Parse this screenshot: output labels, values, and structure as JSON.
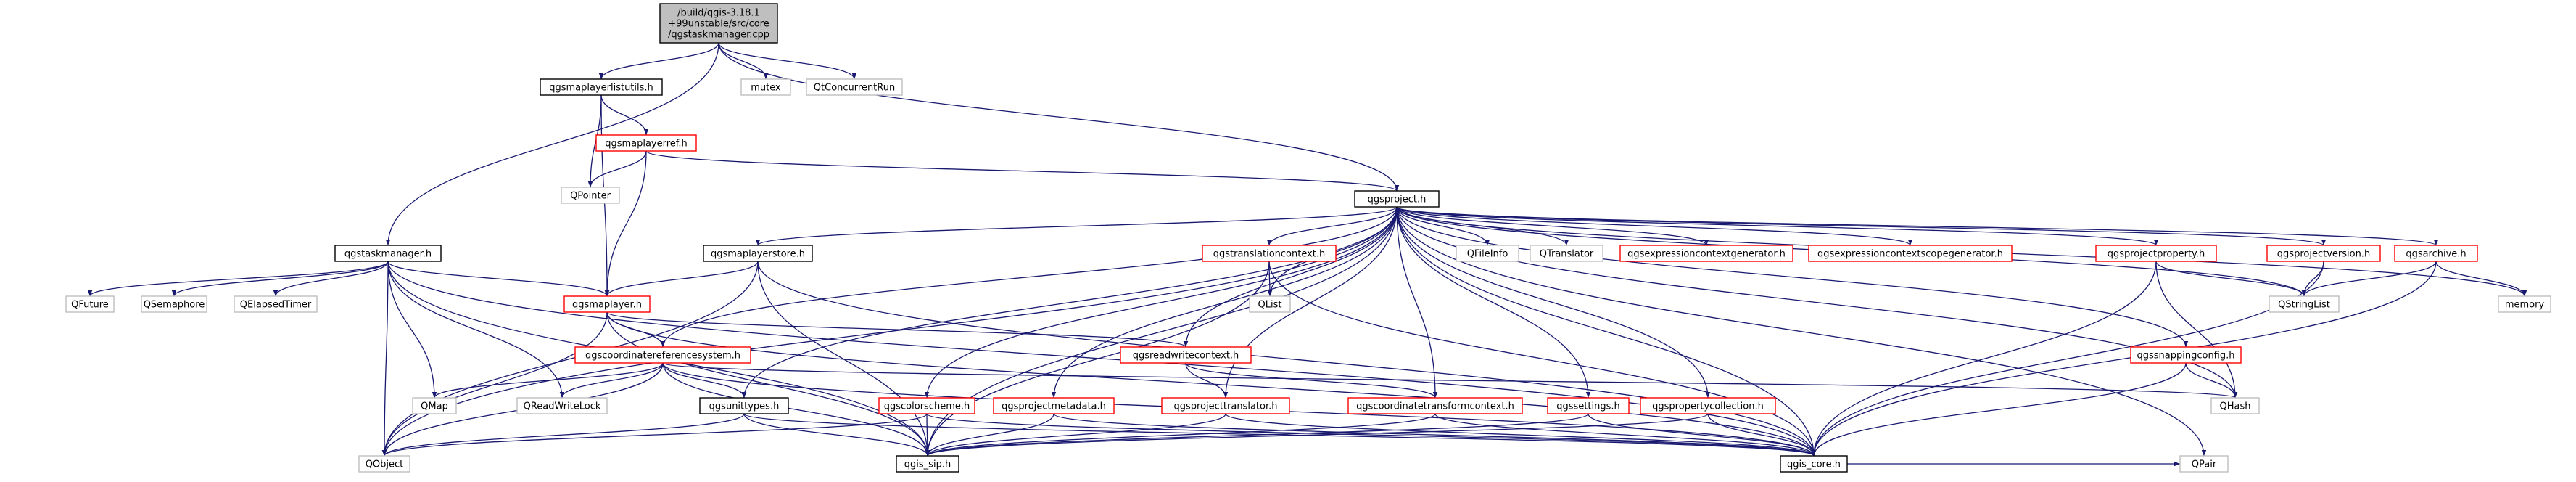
{
  "nodes": {
    "root": {
      "lines": [
        "/build/qgis-3.18.1",
        "+99unstable/src/core",
        "/qgstaskmanager.cpp"
      ],
      "style": "root"
    },
    "layerutils": {
      "lines": [
        "qgsmaplayerlistutils.h"
      ],
      "style": "black"
    },
    "mutex": {
      "lines": [
        "mutex"
      ],
      "style": "gray"
    },
    "qtconc": {
      "lines": [
        "QtConcurrentRun"
      ],
      "style": "gray"
    },
    "layerref": {
      "lines": [
        "qgsmaplayerref.h"
      ],
      "style": "red"
    },
    "qpointer": {
      "lines": [
        "QPointer"
      ],
      "style": "gray"
    },
    "project": {
      "lines": [
        "qgsproject.h"
      ],
      "style": "black"
    },
    "taskmgr": {
      "lines": [
        "qgstaskmanager.h"
      ],
      "style": "black"
    },
    "layerstore": {
      "lines": [
        "qgsmaplayerstore.h"
      ],
      "style": "black"
    },
    "transctx": {
      "lines": [
        "qgstranslationcontext.h"
      ],
      "style": "red"
    },
    "qfileinfo": {
      "lines": [
        "QFileInfo"
      ],
      "style": "gray"
    },
    "qtranslator": {
      "lines": [
        "QTranslator"
      ],
      "style": "gray"
    },
    "exprgen": {
      "lines": [
        "qgsexpressioncontextgenerator.h"
      ],
      "style": "red"
    },
    "exprscope": {
      "lines": [
        "qgsexpressioncontextscopegenerator.h"
      ],
      "style": "red"
    },
    "projprop": {
      "lines": [
        "qgsprojectproperty.h"
      ],
      "style": "red"
    },
    "projver": {
      "lines": [
        "qgsprojectversion.h"
      ],
      "style": "red"
    },
    "archive": {
      "lines": [
        "qgsarchive.h"
      ],
      "style": "red"
    },
    "qfuture": {
      "lines": [
        "QFuture"
      ],
      "style": "gray"
    },
    "qsemaphore": {
      "lines": [
        "QSemaphore"
      ],
      "style": "gray"
    },
    "qelapsed": {
      "lines": [
        "QElapsedTimer"
      ],
      "style": "gray"
    },
    "maplayer": {
      "lines": [
        "qgsmaplayer.h"
      ],
      "style": "red"
    },
    "qlist": {
      "lines": [
        "QList"
      ],
      "style": "gray"
    },
    "qstringlist": {
      "lines": [
        "QStringList"
      ],
      "style": "gray"
    },
    "memory": {
      "lines": [
        "memory"
      ],
      "style": "gray"
    },
    "crs": {
      "lines": [
        "qgscoordinatereferencesystem.h"
      ],
      "style": "red"
    },
    "rwctx": {
      "lines": [
        "qgsreadwritecontext.h"
      ],
      "style": "red"
    },
    "snapcfg": {
      "lines": [
        "qgssnappingconfig.h"
      ],
      "style": "red"
    },
    "qmap": {
      "lines": [
        "QMap"
      ],
      "style": "gray"
    },
    "qrwlock": {
      "lines": [
        "QReadWriteLock"
      ],
      "style": "gray"
    },
    "unittypes": {
      "lines": [
        "qgsunittypes.h"
      ],
      "style": "black"
    },
    "colorscheme": {
      "lines": [
        "qgscolorscheme.h"
      ],
      "style": "red"
    },
    "projmeta": {
      "lines": [
        "qgsprojectmetadata.h"
      ],
      "style": "red"
    },
    "projtrans": {
      "lines": [
        "qgsprojecttranslator.h"
      ],
      "style": "red"
    },
    "ctctx": {
      "lines": [
        "qgscoordinatetransformcontext.h"
      ],
      "style": "red"
    },
    "settings": {
      "lines": [
        "qgssettings.h"
      ],
      "style": "red"
    },
    "propcoll": {
      "lines": [
        "qgspropertycollection.h"
      ],
      "style": "red"
    },
    "qhash": {
      "lines": [
        "QHash"
      ],
      "style": "gray"
    },
    "qobject": {
      "lines": [
        "QObject"
      ],
      "style": "gray"
    },
    "sip": {
      "lines": [
        "qgis_sip.h"
      ],
      "style": "black"
    },
    "core": {
      "lines": [
        "qgis_core.h"
      ],
      "style": "black"
    },
    "qpair": {
      "lines": [
        "QPair"
      ],
      "style": "gray"
    }
  },
  "edges": [
    [
      "root",
      "layerutils"
    ],
    [
      "root",
      "mutex"
    ],
    [
      "root",
      "qtconc"
    ],
    [
      "root",
      "project"
    ],
    [
      "root",
      "taskmgr"
    ],
    [
      "layerutils",
      "layerref"
    ],
    [
      "layerutils",
      "qpointer"
    ],
    [
      "layerutils",
      "maplayer"
    ],
    [
      "layerref",
      "qpointer"
    ],
    [
      "layerref",
      "maplayer"
    ],
    [
      "layerref",
      "project"
    ],
    [
      "project",
      "qobject"
    ],
    [
      "project",
      "layerstore"
    ],
    [
      "project",
      "transctx"
    ],
    [
      "project",
      "qfileinfo"
    ],
    [
      "project",
      "qtranslator"
    ],
    [
      "project",
      "exprgen"
    ],
    [
      "project",
      "exprscope"
    ],
    [
      "project",
      "projprop"
    ],
    [
      "project",
      "projver"
    ],
    [
      "project",
      "archive"
    ],
    [
      "project",
      "crs"
    ],
    [
      "project",
      "rwctx"
    ],
    [
      "project",
      "snapcfg"
    ],
    [
      "project",
      "qlist"
    ],
    [
      "project",
      "qstringlist"
    ],
    [
      "project",
      "memory"
    ],
    [
      "project",
      "unittypes"
    ],
    [
      "project",
      "colorscheme"
    ],
    [
      "project",
      "projmeta"
    ],
    [
      "project",
      "projtrans"
    ],
    [
      "project",
      "ctctx"
    ],
    [
      "project",
      "settings"
    ],
    [
      "project",
      "propcoll"
    ],
    [
      "project",
      "qhash"
    ],
    [
      "project",
      "sip"
    ],
    [
      "project",
      "core"
    ],
    [
      "project",
      "qpair"
    ],
    [
      "taskmgr",
      "qobject"
    ],
    [
      "taskmgr",
      "qfuture"
    ],
    [
      "taskmgr",
      "qsemaphore"
    ],
    [
      "taskmgr",
      "qelapsed"
    ],
    [
      "taskmgr",
      "maplayer"
    ],
    [
      "taskmgr",
      "qmap"
    ],
    [
      "taskmgr",
      "qrwlock"
    ],
    [
      "taskmgr",
      "sip"
    ],
    [
      "taskmgr",
      "core"
    ],
    [
      "layerstore",
      "maplayer"
    ],
    [
      "layerstore",
      "qobject"
    ],
    [
      "layerstore",
      "sip"
    ],
    [
      "layerstore",
      "core"
    ],
    [
      "transctx",
      "qlist"
    ],
    [
      "transctx",
      "sip"
    ],
    [
      "transctx",
      "core"
    ],
    [
      "projprop",
      "qstringlist"
    ],
    [
      "projprop",
      "qhash"
    ],
    [
      "projprop",
      "core"
    ],
    [
      "projver",
      "qstringlist"
    ],
    [
      "projver",
      "core"
    ],
    [
      "archive",
      "qstringlist"
    ],
    [
      "archive",
      "memory"
    ],
    [
      "archive",
      "core"
    ],
    [
      "maplayer",
      "crs"
    ],
    [
      "maplayer",
      "rwctx"
    ],
    [
      "maplayer",
      "qobject"
    ],
    [
      "maplayer",
      "sip"
    ],
    [
      "maplayer",
      "core"
    ],
    [
      "crs",
      "qmap"
    ],
    [
      "crs",
      "qrwlock"
    ],
    [
      "crs",
      "unittypes"
    ],
    [
      "crs",
      "qobject"
    ],
    [
      "crs",
      "sip"
    ],
    [
      "crs",
      "core"
    ],
    [
      "crs",
      "qhash"
    ],
    [
      "rwctx",
      "projtrans"
    ],
    [
      "rwctx",
      "ctctx"
    ],
    [
      "snapcfg",
      "qhash"
    ],
    [
      "snapcfg",
      "core"
    ],
    [
      "unittypes",
      "qobject"
    ],
    [
      "unittypes",
      "sip"
    ],
    [
      "unittypes",
      "core"
    ],
    [
      "colorscheme",
      "qobject"
    ],
    [
      "colorscheme",
      "sip"
    ],
    [
      "colorscheme",
      "core"
    ],
    [
      "projmeta",
      "sip"
    ],
    [
      "projmeta",
      "core"
    ],
    [
      "projtrans",
      "sip"
    ],
    [
      "projtrans",
      "core"
    ],
    [
      "ctctx",
      "sip"
    ],
    [
      "ctctx",
      "core"
    ],
    [
      "settings",
      "sip"
    ],
    [
      "settings",
      "core"
    ],
    [
      "propcoll",
      "sip"
    ],
    [
      "propcoll",
      "core"
    ],
    [
      "core",
      "qpair"
    ]
  ],
  "colors": {
    "edge": "#191970",
    "red_border": "#ff0000",
    "gray_border": "#bfbfbf",
    "root_fill": "#bfbfbf"
  }
}
